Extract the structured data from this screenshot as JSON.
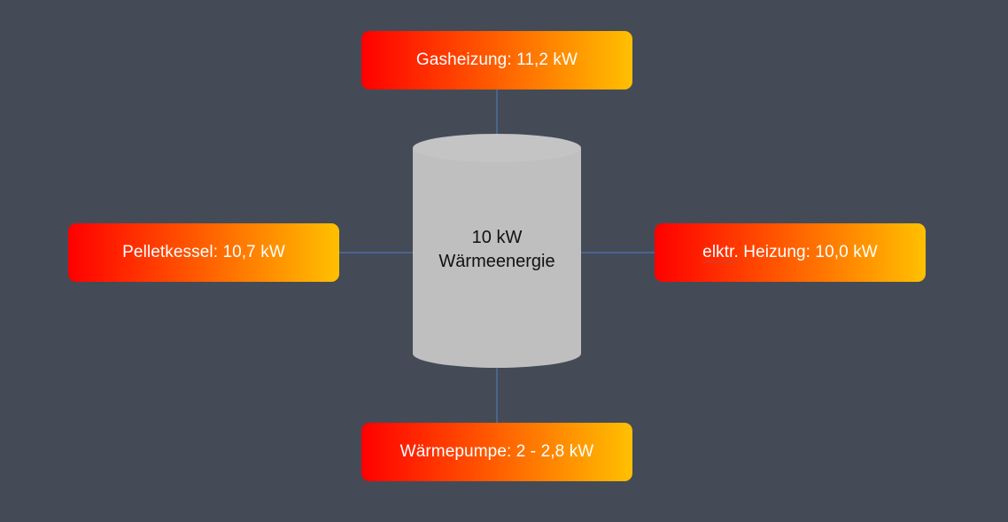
{
  "storage": {
    "line1": "10 kW",
    "line2": "Wärmeenergie"
  },
  "heaters": {
    "top": "Gasheizung: 11,2 kW",
    "left": "Pelletkessel: 10,7 kW",
    "right_word": "elktr.",
    "right_rest": " Heizung: 10,0 kW",
    "bottom": "Wärmepumpe: 2 - 2,8 kW"
  },
  "colors": {
    "background": "#444b57",
    "cylinder_fill": "#bfbfbf",
    "gradient_start": "#ff0000",
    "gradient_end": "#ffc000",
    "connector": "#4f74b3"
  }
}
